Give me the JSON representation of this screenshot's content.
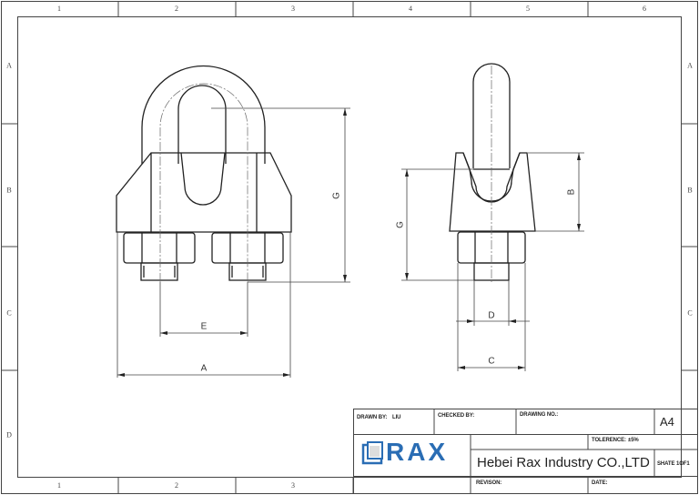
{
  "frame": {
    "columns": [
      "1",
      "2",
      "3",
      "4",
      "5",
      "6"
    ],
    "rows": [
      "A",
      "B",
      "C",
      "D"
    ]
  },
  "drawing": {
    "front_view": {
      "dimensions": {
        "width_overall": "A",
        "bolt_spacing": "E",
        "height": "G"
      }
    },
    "side_view": {
      "dimensions": {
        "saddle_height": "B",
        "height": "G",
        "thread_diameter": "D",
        "nut_width": "C"
      }
    }
  },
  "title_block": {
    "drawn_by_label": "DRAWN BY:",
    "drawn_by_value": "LIU",
    "checked_by_label": "CHECKED BY:",
    "drawing_no_label": "DRAWING NO.:",
    "sheet_size": "A4",
    "tolerance_label": "TOLERENCE:",
    "tolerance_value": "±5%",
    "logo_text": "RAX",
    "company": "Hebei Rax Industry CO.,LTD",
    "sheet": "SHATE 1OF1",
    "revision_label": "REVISON:",
    "date_label": "DATE:"
  },
  "colors": {
    "line": "#333333",
    "logo_blue": "#2a6db4"
  }
}
